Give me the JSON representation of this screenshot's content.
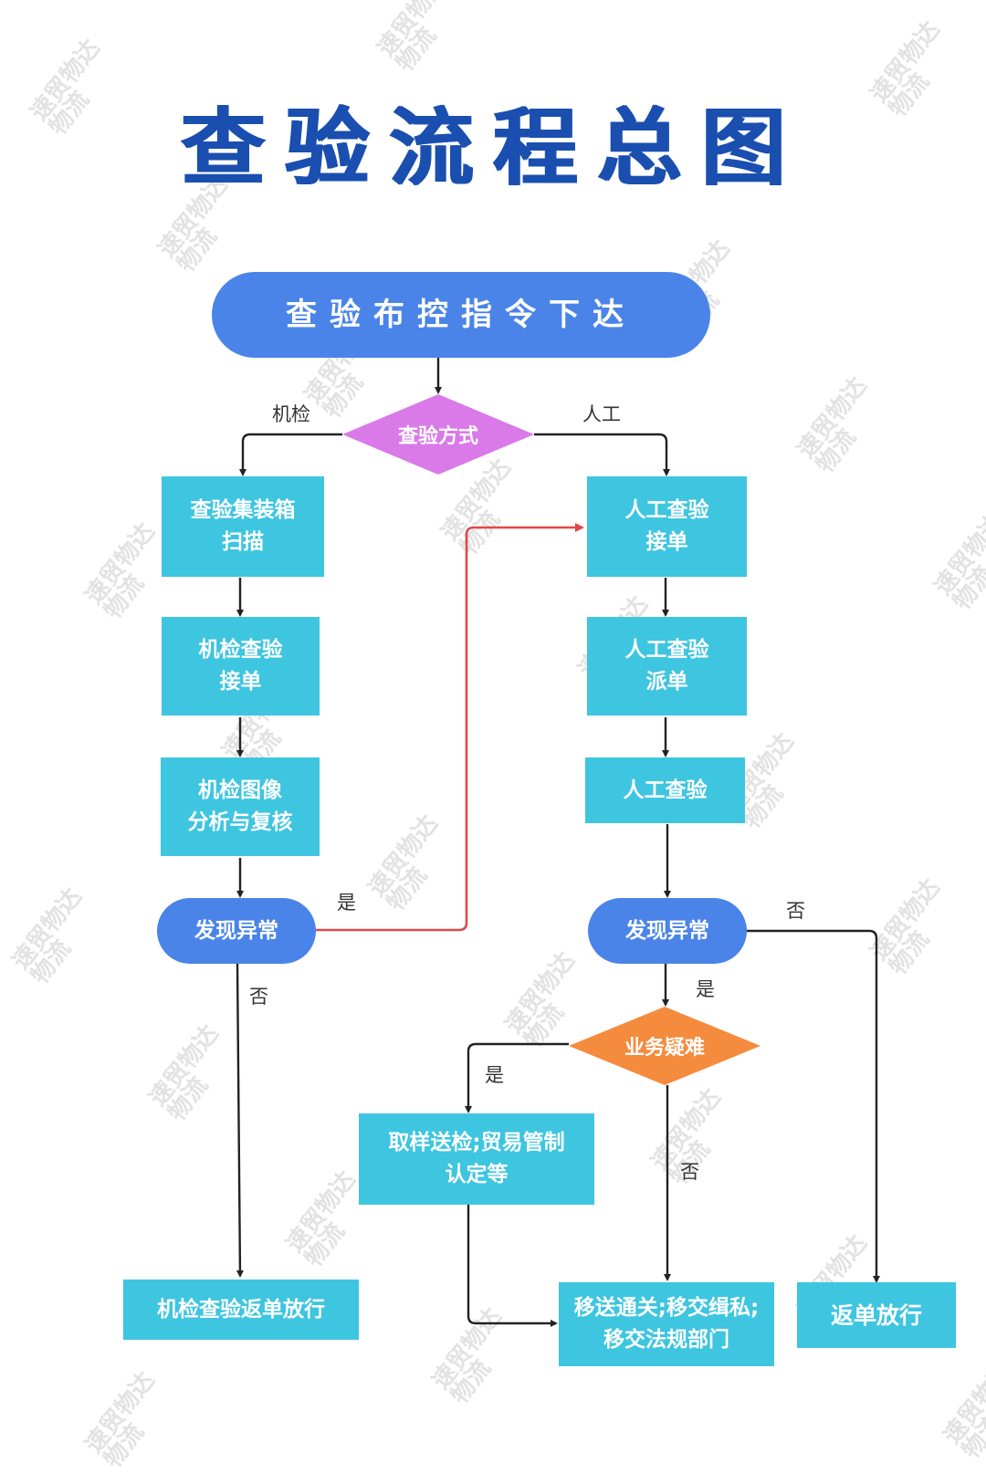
{
  "title": "查验流程总图",
  "colors": {
    "title": "#1a4fb0",
    "pill": "#4a84e8",
    "process": "#3ec5e0",
    "decision_method": "#d97ae8",
    "decision_difficulty": "#f48b3d",
    "connector": "#222222",
    "highlight_connector": "#e04848"
  },
  "nodes": {
    "start": "查验布控指令下达",
    "method_decision": "查验方式",
    "machine_scan": "查验集装箱\n扫描",
    "machine_accept": "机检查验\n接单",
    "machine_image": "机检图像\n分析与复核",
    "machine_anomaly": "发现异常",
    "machine_release": "机检查验返单放行",
    "manual_accept": "人工查验\n接单",
    "manual_dispatch": "人工查验\n派单",
    "manual_inspect": "人工查验",
    "manual_anomaly": "发现异常",
    "difficulty_decision": "业务疑难",
    "sampling": "取样送检;贸易管制\n认定等",
    "transfer": "移送通关;移交缉私;\n移交法规部门",
    "release": "返单放行"
  },
  "edge_labels": {
    "machine": "机检",
    "manual": "人工",
    "machine_yes": "是",
    "machine_no": "否",
    "manual_no": "否",
    "manual_yes": "是",
    "difficulty_yes": "是",
    "difficulty_no": "否"
  },
  "watermark": "速贸物达\n物流"
}
